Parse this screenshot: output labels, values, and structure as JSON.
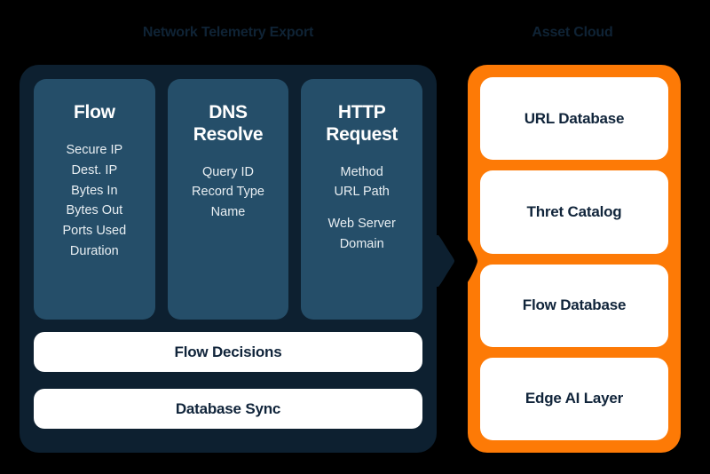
{
  "diagram": {
    "background_color": "#000000",
    "left_section": {
      "title": "Network Telemetry Export",
      "panel_color": "#0d2030",
      "card_color": "#254e69",
      "cards": [
        {
          "title": "Flow",
          "fields": [
            "Secure IP",
            "Dest. IP",
            "Bytes In",
            "Bytes Out",
            "Ports Used",
            "Duration"
          ]
        },
        {
          "title": "DNS\nResolve",
          "fields": [
            "Query ID",
            "Record Type",
            "Name"
          ]
        },
        {
          "title": "HTTP\nRequest",
          "fields": [
            "Method",
            "URL Path",
            "Web Server\nDomain"
          ]
        }
      ],
      "action_bars": [
        {
          "label": "Flow Decisions"
        },
        {
          "label": "Database Sync"
        }
      ]
    },
    "connector": {
      "icon": "arrow-right-icon",
      "color": "#0d2030",
      "direction": "left-to-right"
    },
    "right_section": {
      "title": "Asset Cloud",
      "panel_color": "#fd7a06",
      "cards": [
        {
          "label": "URL Database"
        },
        {
          "label": "Thret Catalog"
        },
        {
          "label": "Flow Database"
        },
        {
          "label": "Edge AI Layer"
        }
      ]
    }
  }
}
